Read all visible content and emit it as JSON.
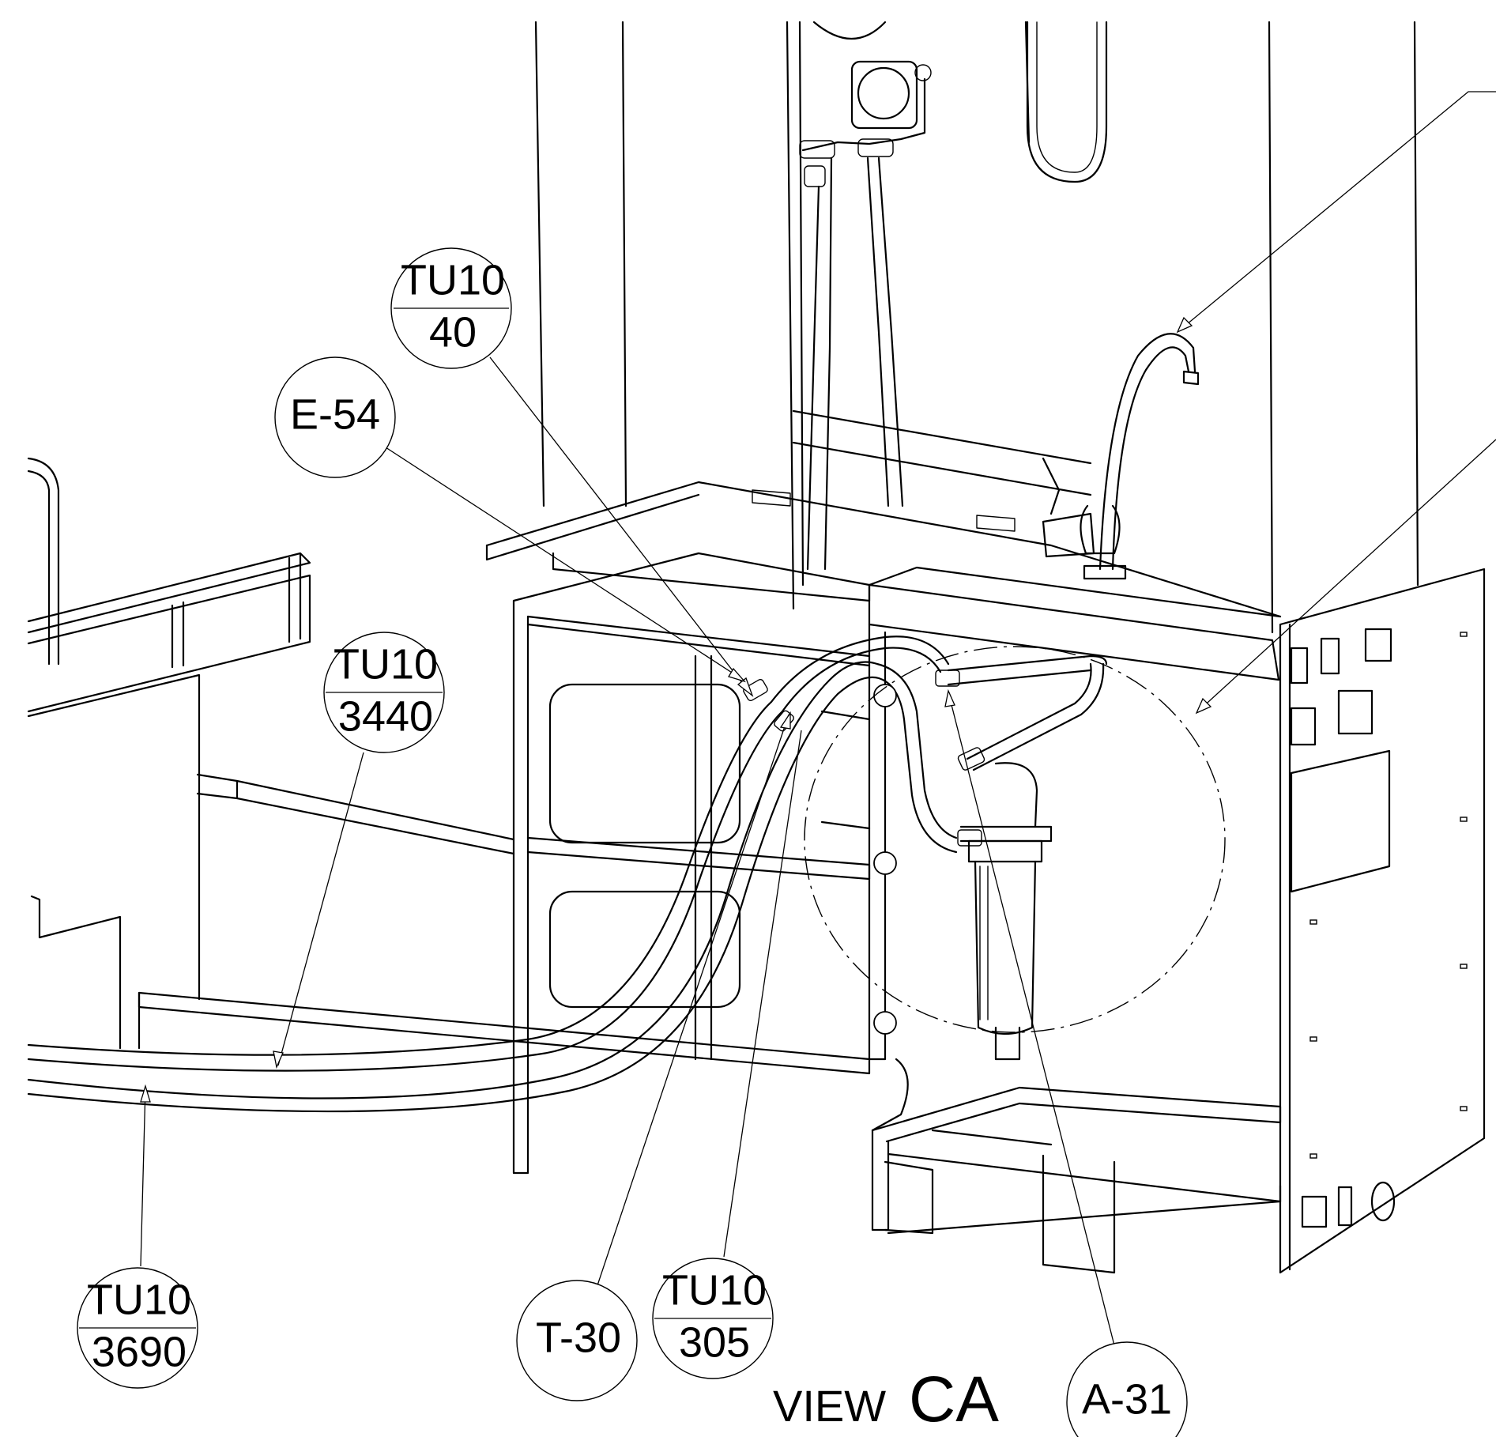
{
  "view_title": {
    "prefix": "VIEW",
    "name": "CA"
  },
  "callouts": [
    {
      "id": "tu10-40",
      "top": "TU10",
      "bottom": "40"
    },
    {
      "id": "e-54",
      "label": "E-54"
    },
    {
      "id": "tu10-3440",
      "top": "TU10",
      "bottom": "3440"
    },
    {
      "id": "tu10-3690",
      "top": "TU10",
      "bottom": "3690"
    },
    {
      "id": "t-30",
      "label": "T-30"
    },
    {
      "id": "tu10-305",
      "top": "TU10",
      "bottom": "305"
    },
    {
      "id": "a-31",
      "label": "A-31"
    }
  ]
}
